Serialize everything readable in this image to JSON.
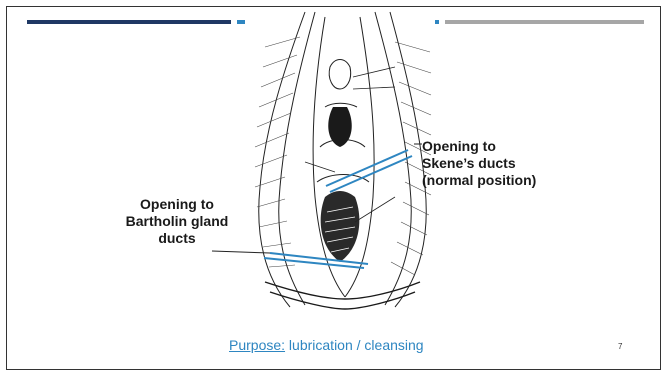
{
  "slide": {
    "callouts": {
      "skene": [
        "Opening to",
        "Skene’s ducts",
        "(normal position)"
      ],
      "bartholin": [
        "Opening to",
        "Bartholin gland",
        "ducts"
      ]
    },
    "footer": {
      "purpose_label": "Purpose:",
      "purpose_text": " lubrication / cleansing"
    },
    "page_number": "7"
  },
  "colors": {
    "accent_navy": "#1f3864",
    "accent_teal": "#2e86c1",
    "accent_gray": "#a6a6a6",
    "pointer_line": "#2e86c1"
  }
}
